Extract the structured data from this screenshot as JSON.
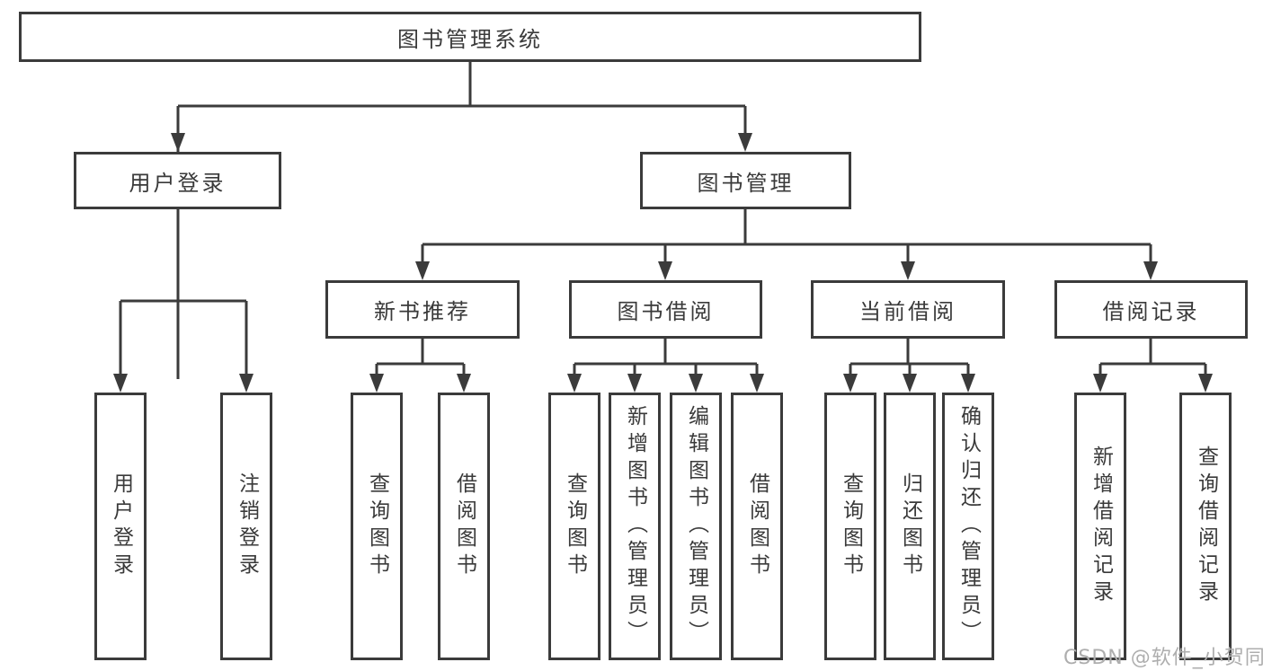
{
  "diagram": {
    "title": "图书管理系统",
    "root": {
      "label": "图书管理系统"
    },
    "branches": {
      "user_login": {
        "label": "用户登录",
        "children": {
          "login": {
            "label": "用户登录"
          },
          "logout": {
            "label": "注销登录"
          }
        }
      },
      "book_mgmt": {
        "label": "图书管理",
        "children": {
          "new_book_rec": {
            "label": "新书推荐",
            "children": {
              "query": {
                "label": "查询图书"
              },
              "borrow": {
                "label": "借阅图书"
              }
            }
          },
          "book_borrow": {
            "label": "图书借阅",
            "children": {
              "query": {
                "label": "查询图书"
              },
              "add": {
                "label": "新增图书（管理员）"
              },
              "edit": {
                "label": "编辑图书（管理员）"
              },
              "borrow": {
                "label": "借阅图书"
              }
            }
          },
          "current_borrow": {
            "label": "当前借阅",
            "children": {
              "query": {
                "label": "查询图书"
              },
              "return": {
                "label": "归还图书"
              },
              "confirm_return": {
                "label": "确认归还（管理员）"
              }
            }
          },
          "borrow_records": {
            "label": "借阅记录",
            "children": {
              "add_record": {
                "label": "新增借阅记录"
              },
              "query_record": {
                "label": "查询借阅记录"
              }
            }
          }
        }
      }
    }
  },
  "watermark": {
    "text": "CSDN @软件_小贺同学"
  },
  "colors": {
    "line": "#3b3b3b",
    "text": "#3a3a3a",
    "background": "#ffffff",
    "watermark": "#aeaeae"
  }
}
